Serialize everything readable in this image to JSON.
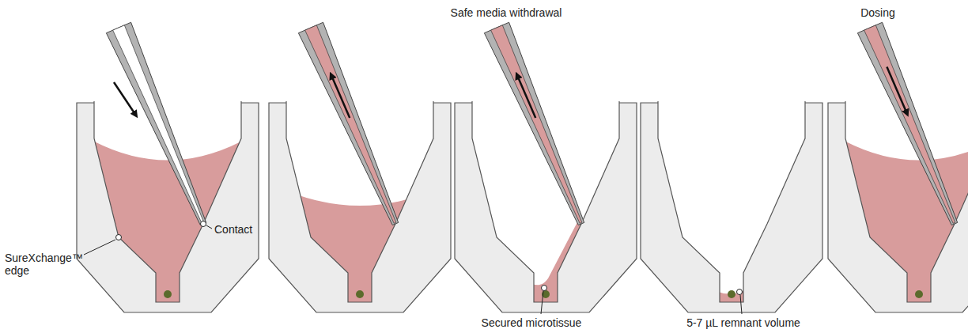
{
  "diagram": {
    "labels": [
      "Safe media withdrawal",
      "Dosing",
      "SureXchange™ edge",
      "Contact",
      "Secured microtissue",
      "5-7 µL remnant volume"
    ]
  }
}
